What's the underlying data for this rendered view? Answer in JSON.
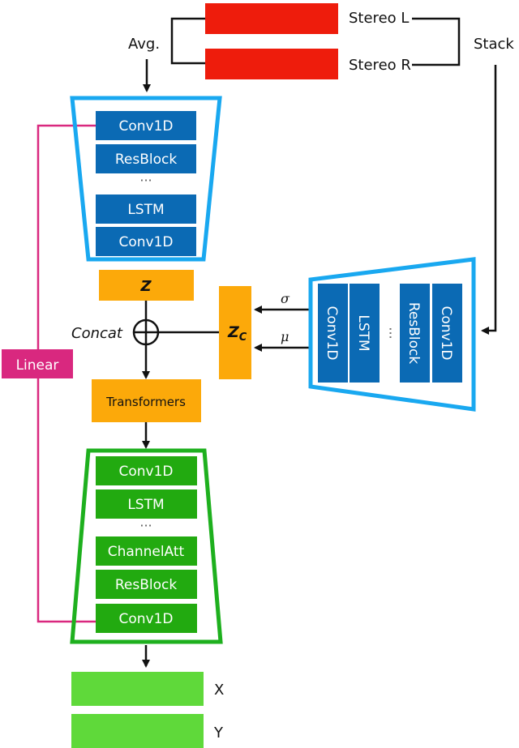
{
  "input": {
    "stereo_l": "Stereo L",
    "stereo_r": "Stereo R",
    "avg": "Avg.",
    "stack": "Stack"
  },
  "encoder": {
    "blocks": [
      "Conv1D",
      "ResBlock",
      "LSTM",
      "Conv1D"
    ],
    "ellipsis": "···"
  },
  "cond_encoder": {
    "blocks": [
      "Conv1D",
      "LSTM",
      "ResBlock",
      "Conv1D"
    ],
    "ellipsis": "···",
    "sigma": "σ",
    "mu": "μ"
  },
  "latent": {
    "z": "Z",
    "zc": "Z",
    "zc_sub": "C",
    "concat": "Concat",
    "transformers": "Transformers"
  },
  "decoder": {
    "blocks": [
      "Conv1D",
      "LSTM",
      "ChannelAtt",
      "ResBlock",
      "Conv1D"
    ],
    "ellipsis": "···"
  },
  "skip": {
    "label": "Linear"
  },
  "output": {
    "x": "X",
    "y": "Y"
  },
  "colors": {
    "stereo_red": "#ee1c0c",
    "encoder_border": "#19a8f0",
    "encoder_block": "#0b6ab4",
    "decoder_border": "#1eb01e",
    "decoder_block": "#22aa10",
    "latent_orange": "#fca90a",
    "output_green": "#5fd93a",
    "skip_magenta": "#d9287f"
  }
}
